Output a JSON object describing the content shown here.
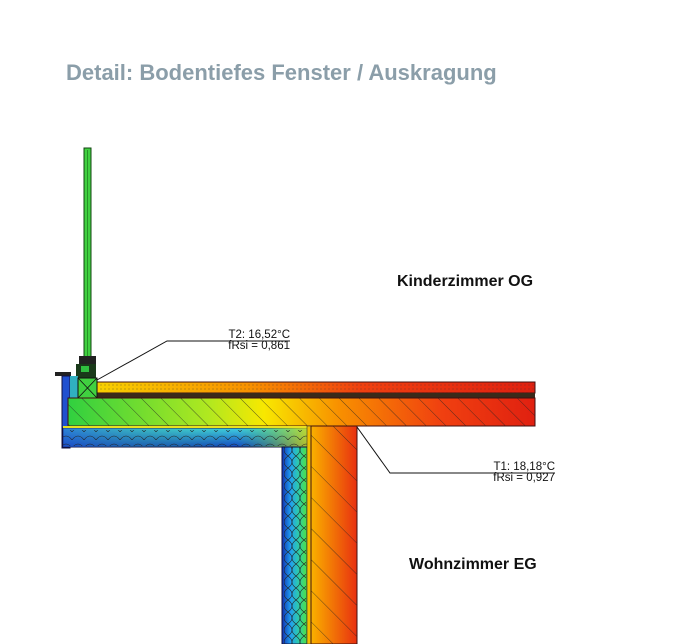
{
  "title": "Detail: Bodentiefes Fenster / Auskragung",
  "rooms": {
    "upper": "Kinderzimmer OG",
    "lower": "Wohnzimmer EG"
  },
  "annotations": {
    "t2": {
      "temp": "T2: 16,52°C",
      "frsi": "fRsi = 0,861"
    },
    "t1": {
      "temp": "T1: 18,18°C",
      "frsi": "fRsi = 0,927"
    }
  },
  "colors": {
    "title": "#8b9ea9",
    "cold": "#1030b0",
    "mid": "#30d040",
    "warm": "#f0e000",
    "hot": "#e02010"
  }
}
